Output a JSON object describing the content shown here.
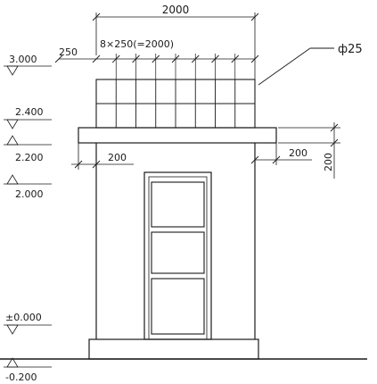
{
  "drawing": {
    "dimensions": {
      "top_total": "2000",
      "grid_spec": "8×250(=2000)",
      "left_offset": "250",
      "slab_thickness": "200",
      "wall_offset_left": "200",
      "slab_overhang_right": "200"
    },
    "bar_label": "ф25",
    "elevations": {
      "e1": "3.000",
      "e2": "2.400",
      "e3": "2.200",
      "e4": "2.000",
      "e5": "±0.000",
      "e6": "-0.200"
    },
    "grid": {
      "columns": 8,
      "rows": 2,
      "spacing_mm": 250
    },
    "door_panels": 3,
    "colors": {
      "line": "#1a1a1a",
      "background": "#ffffff"
    }
  }
}
